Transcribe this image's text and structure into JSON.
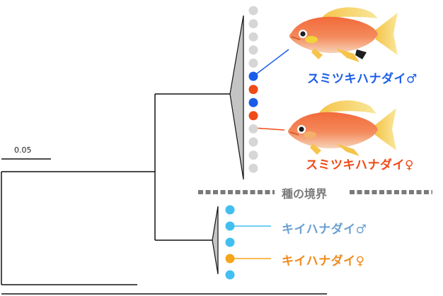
{
  "scale_bar": {
    "label": "0.05"
  },
  "boundary": {
    "label": "種の境界"
  },
  "species": [
    {
      "label": "スミツキハナダイ♂",
      "color": "#1a5ce8"
    },
    {
      "label": "スミツキハナダイ♀",
      "color": "#f04a16"
    },
    {
      "label": "キイハナダイ♂",
      "color": "#6a9fd0"
    },
    {
      "label": "キイハナダイ♀",
      "color": "#f08a1c"
    }
  ],
  "colors": {
    "male_a": "#1a5ce8",
    "female_a": "#f04a16",
    "unknown": "#d6d6d6",
    "male_b": "#42bff0",
    "female_b": "#f5a41c",
    "branch": "#111111",
    "clade": "#c4c4c4",
    "boundary": "#7a7a7a",
    "leader_b_male": "#42bff0",
    "leader_b_female": "#f5a41c"
  },
  "clade_a_tips": [
    "unknown",
    "unknown",
    "unknown",
    "unknown",
    "unknown",
    "male_a",
    "female_a",
    "male_a",
    "female_a",
    "unknown",
    "unknown",
    "unknown",
    "unknown"
  ],
  "clade_b_tips": [
    "male_b",
    "male_b",
    "male_b",
    "female_b",
    "male_b"
  ],
  "fish_icons": [
    "fish-male-a",
    "fish-female-a"
  ]
}
